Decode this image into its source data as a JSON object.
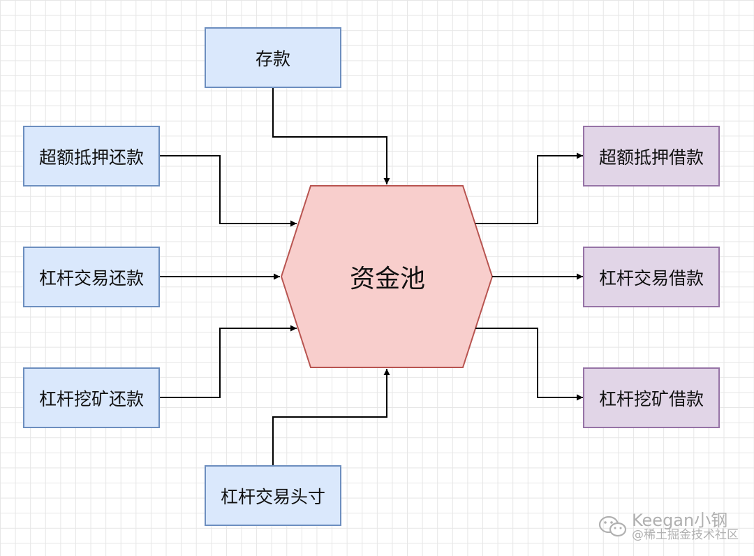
{
  "center": {
    "label": "资金池"
  },
  "nodes": {
    "deposit": "存款",
    "over_repay": "超额抵押还款",
    "lev_trade_repay": "杠杆交易还款",
    "lev_mine_repay": "杠杆挖矿还款",
    "lev_trade_margin": "杠杆交易头寸",
    "over_borrow": "超额抵押借款",
    "lev_trade_borrow": "杠杆交易借款",
    "lev_mine_borrow": "杠杆挖矿借款"
  },
  "watermark": {
    "icon": "wechat-icon",
    "main": "Keegan小钢",
    "sub": "@稀土掘金技术社区"
  },
  "colors": {
    "input_fill": "#dae8fc",
    "input_stroke": "#6c8ebf",
    "output_fill": "#e1d5e7",
    "output_stroke": "#9673a6",
    "center_fill": "#f8cecc",
    "center_stroke": "#b85450"
  }
}
